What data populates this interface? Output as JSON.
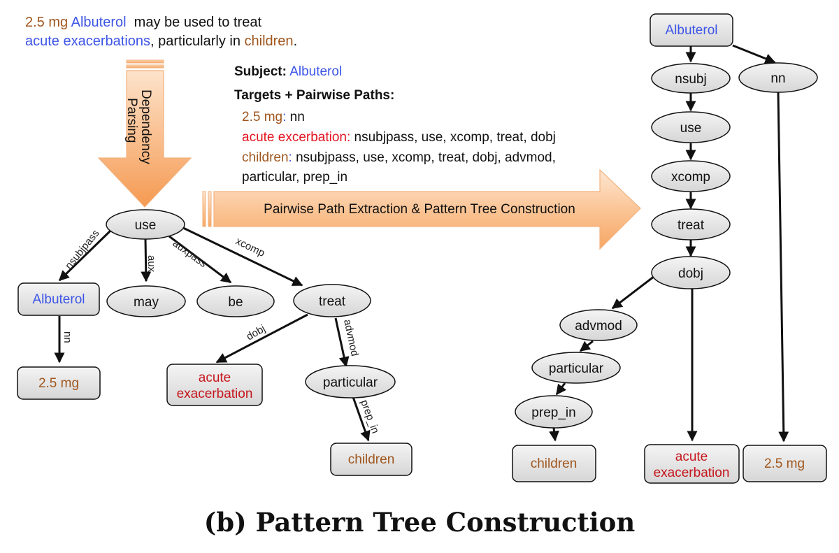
{
  "sentence": {
    "line1": {
      "target_dose": "2.5 mg",
      "subject": "Albuterol",
      "rest": "may be used to treat"
    },
    "line2": {
      "target_acute": "acute exacerbations",
      "middle": ", particularly in ",
      "target_children": "children",
      "end": "."
    }
  },
  "arrows": {
    "down_label_line1": "Dependency",
    "down_label_line2": "Parsing",
    "right_label": "Pairwise Path Extraction & Pattern Tree Construction"
  },
  "info": {
    "subject_label": "Subject:",
    "subject_value": "Albuterol",
    "targets_heading": "Targets + Pairwise Paths:",
    "target1_name": "2.5 mg",
    "target1_colon": ":",
    "target1_path": " nn",
    "target2_name": "acute excerbation:",
    "target2_path": " nsubjpass, use, xcomp, treat, dobj",
    "target3_name": "children",
    "target3_colon": ":",
    "target3_path_line1": " nsubjpass, use, xcomp, treat, dobj, advmod,",
    "target3_path_line2": "particular, prep_in"
  },
  "dependency_tree": {
    "nodes": {
      "use": "use",
      "albuterol": "Albuterol",
      "may": "may",
      "be": "be",
      "treat": "treat",
      "dose": "2.5 mg",
      "acute_line1": "acute",
      "acute_line2": "exacerbation",
      "particular": "particular",
      "children": "children"
    },
    "edges": {
      "nsubjpass": "nsubjpass",
      "aux": "aux",
      "auxpass": "auxpass",
      "xcomp": "xcomp",
      "nn": "nn",
      "dobj": "dobj",
      "advmod": "advmod",
      "prep_in": "prep_in"
    }
  },
  "pattern_tree": {
    "nodes": {
      "albuterol": "Albuterol",
      "nsubj": "nsubj",
      "nn": "nn",
      "use": "use",
      "xcomp": "xcomp",
      "treat": "treat",
      "dobj": "dobj",
      "advmod": "advmod",
      "particular": "particular",
      "prep_in": "prep_in",
      "children": "children",
      "acute_line1": "acute",
      "acute_line2": "exacerbation",
      "dose": "2.5 mg"
    }
  },
  "caption": "(b) Pattern Tree Construction",
  "colors": {
    "target_brown": "#a0561d",
    "subject_blue": "#3d55e6",
    "red": "#e3141f",
    "arrow_orange": "#f7ad6e",
    "node_fill": "#e2e2e2"
  }
}
